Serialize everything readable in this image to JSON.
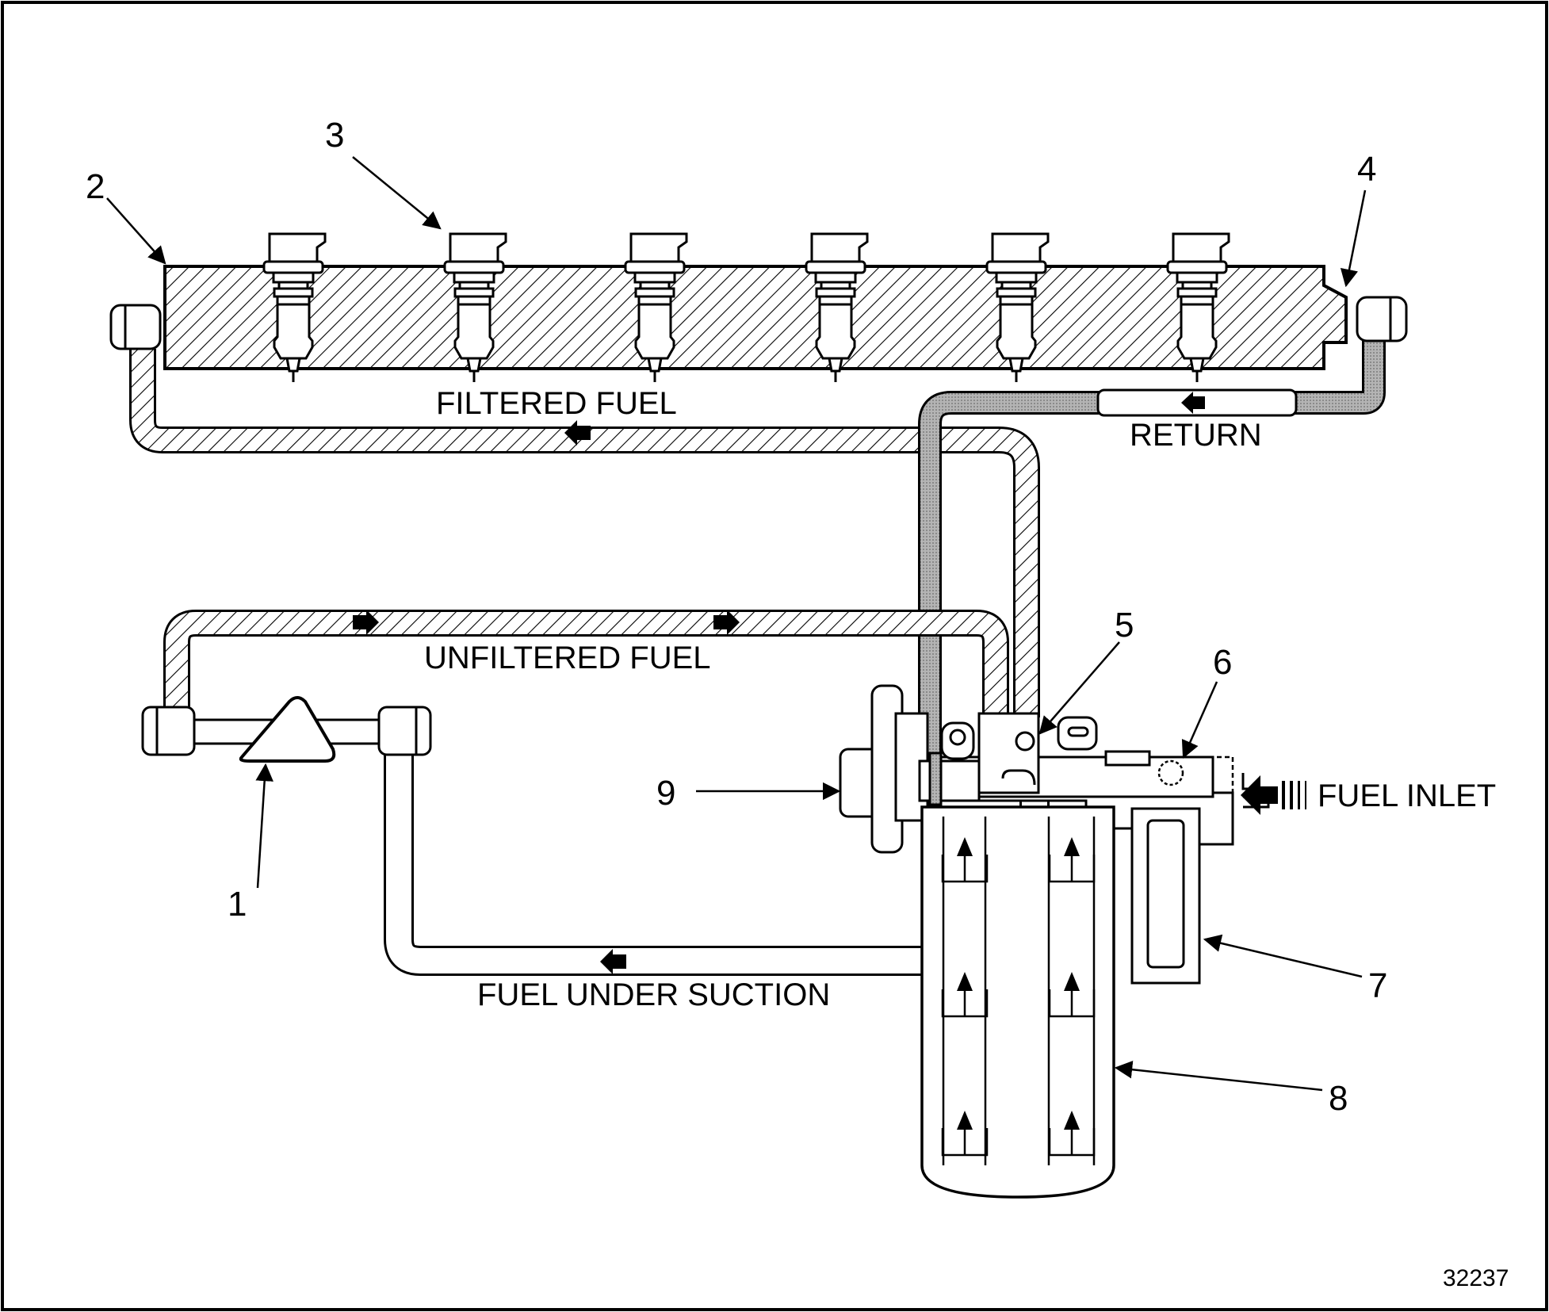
{
  "labels": {
    "filtered_fuel": "FILTERED FUEL",
    "unfiltered_fuel": "UNFILTERED FUEL",
    "fuel_under_suction": "FUEL UNDER SUCTION",
    "return": "RETURN",
    "fuel_inlet": "FUEL INLET"
  },
  "callouts": {
    "c1": "1",
    "c2": "2",
    "c3": "3",
    "c4": "4",
    "c5": "5",
    "c6": "6",
    "c7": "7",
    "c8": "8",
    "c9": "9"
  },
  "figure_number": "32237",
  "colors": {
    "line": "#000000",
    "background": "#ffffff",
    "hatch": "#000000",
    "return_fill": "#a8a8a8"
  }
}
